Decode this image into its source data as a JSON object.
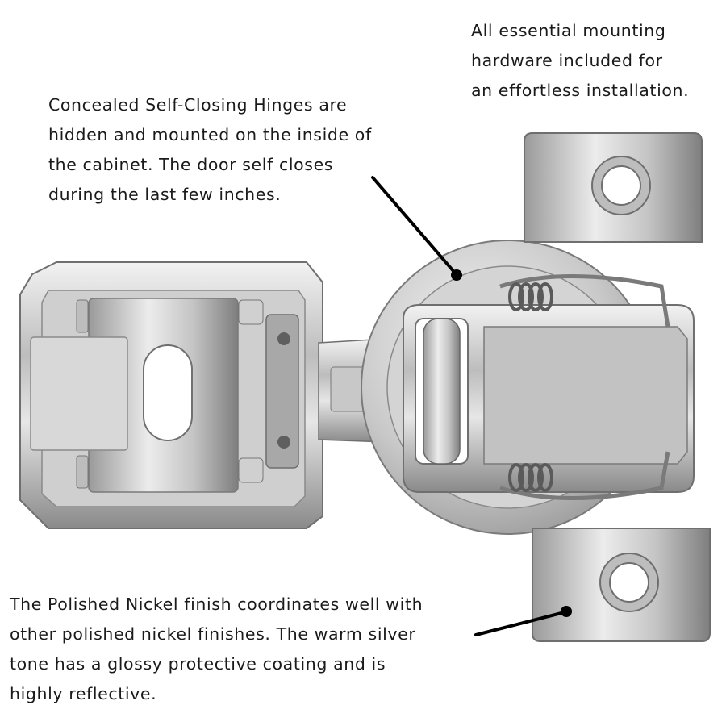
{
  "captions": {
    "hardware": "All essential mounting\nhardware included for\nan effortless installation.",
    "concealed": "Concealed Self-Closing Hinges are\nhidden and mounted on the inside of\nthe cabinet. The door self closes\nduring the last few inches.",
    "finish": "The Polished Nickel finish coordinates well with\nother polished nickel finishes. The warm silver\ntone has a glossy protective coating and is\nhighly reflective."
  },
  "colors": {
    "background": "#ffffff",
    "text": "#1a1a1a",
    "metal_light": "#e8e8e8",
    "metal_mid": "#b8b8b8",
    "metal_dark": "#6f6f6f",
    "callout": "#000000"
  },
  "illustration": {
    "subject": "polished-nickel-concealed-cabinet-hinge"
  }
}
